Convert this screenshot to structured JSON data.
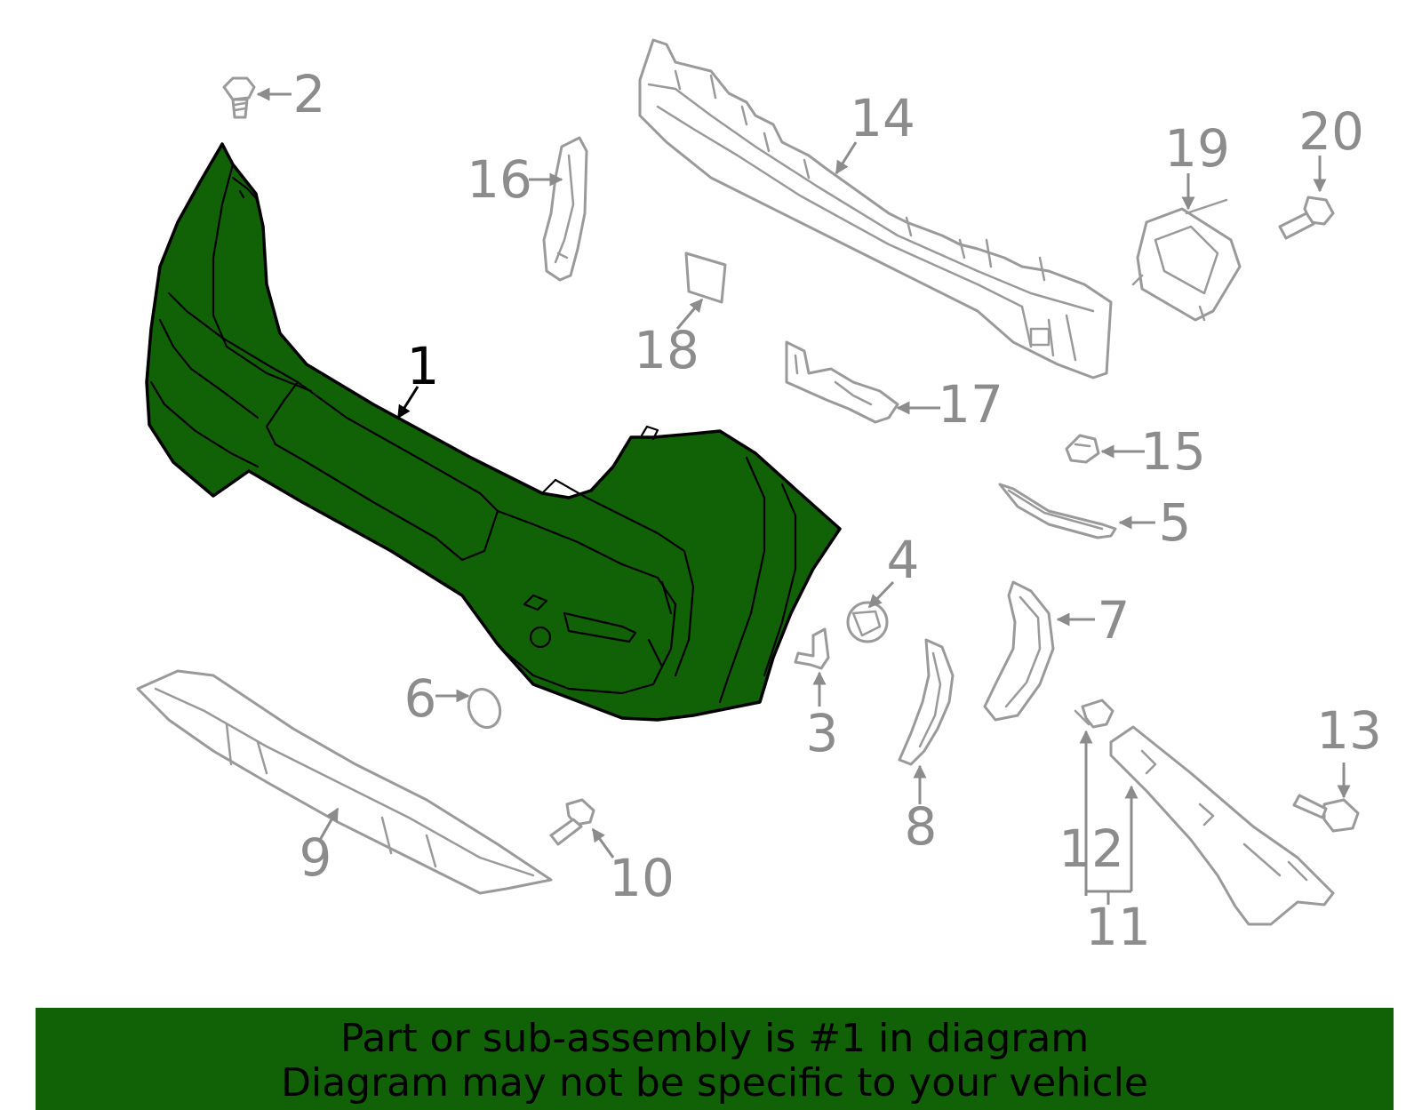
{
  "diagram": {
    "highlight_color": "#116106",
    "callouts": {
      "p1": "1",
      "p2": "2",
      "p3": "3",
      "p4": "4",
      "p5": "5",
      "p6": "6",
      "p7": "7",
      "p8": "8",
      "p9": "9",
      "p10": "10",
      "p11": "11",
      "p12": "12",
      "p13": "13",
      "p14": "14",
      "p15": "15",
      "p16": "16",
      "p17": "17",
      "p18": "18",
      "p19": "19",
      "p20": "20"
    }
  },
  "banner": {
    "line1": "Part or sub-assembly is #1 in diagram",
    "line2": "Diagram may not be specific to your vehicle"
  }
}
